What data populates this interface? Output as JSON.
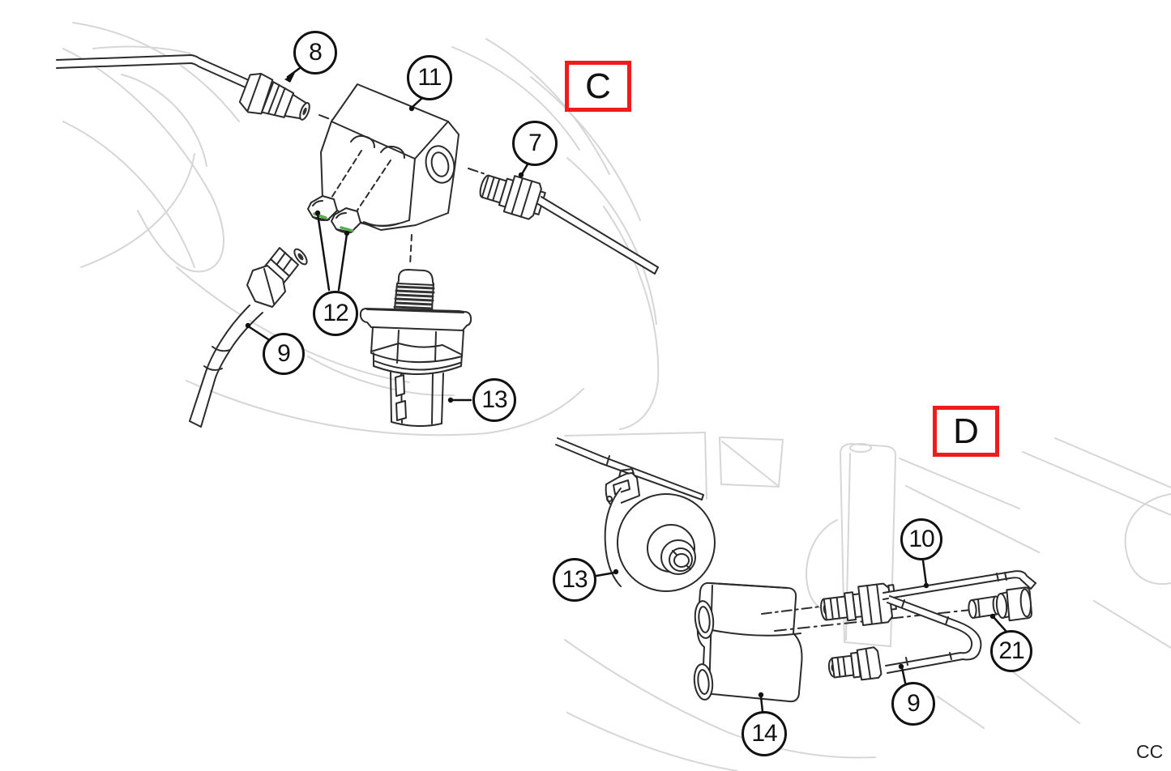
{
  "page": {
    "corner_text": "CC",
    "background": "#ffffff"
  },
  "colors": {
    "line_dark": "#2b2b2b",
    "line_faint": "#d6d6d6",
    "callout_border": "#111111",
    "label_box_border": "#ee1c1c",
    "highlight_green": "#56b04c"
  },
  "views": {
    "c": {
      "label": "C"
    },
    "d": {
      "label": "D"
    }
  },
  "callouts": [
    {
      "number": "8",
      "view": "C"
    },
    {
      "number": "11",
      "view": "C"
    },
    {
      "number": "7",
      "view": "C"
    },
    {
      "number": "12",
      "view": "C"
    },
    {
      "number": "9",
      "view": "C"
    },
    {
      "number": "13",
      "view": "C"
    },
    {
      "number": "13",
      "view": "D"
    },
    {
      "number": "10",
      "view": "D"
    },
    {
      "number": "21",
      "view": "D"
    },
    {
      "number": "9",
      "view": "D"
    },
    {
      "number": "14",
      "view": "D"
    }
  ]
}
